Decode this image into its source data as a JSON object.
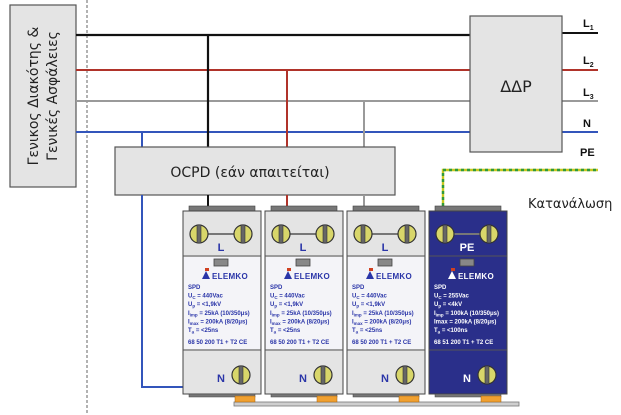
{
  "main_switch": {
    "line1": "Γενικος Διακότης &",
    "line2": "Γενικές Ασφάλειες"
  },
  "rcd": {
    "label": "ΔΔΡ"
  },
  "ocpd": {
    "label": "OCPD (εάν απαιτείται)"
  },
  "load": {
    "label": "Κατανάλωση"
  },
  "conductors": [
    {
      "id": "L1",
      "main": "L",
      "sub": "1",
      "color": "#111111"
    },
    {
      "id": "L2",
      "main": "L",
      "sub": "2",
      "color": "#b0332a"
    },
    {
      "id": "L3",
      "main": "L",
      "sub": "3",
      "color": "#9a9a9a"
    },
    {
      "id": "N",
      "main": "N",
      "sub": "",
      "color": "#3355bb"
    },
    {
      "id": "PE",
      "main": "PE",
      "sub": "",
      "color": "#c8c820"
    }
  ],
  "colors": {
    "spd_light_body": "#e4e4e4",
    "spd_blue_body": "#2a2f8a",
    "spd_text_light": "#2a35a8",
    "spd_text_dark": "#ffffff",
    "terminal_fill": "#d8d66a",
    "busbar_tab": "#f0a030",
    "box_fill": "#e4e4e4",
    "box_stroke": "#555555"
  },
  "spds": [
    {
      "variant": "light",
      "top_terminal": "L",
      "bottom_terminal": "N",
      "brand": "ELEMKO",
      "spec_lines": [
        {
          "main": "SPD",
          "sub": "",
          "rest": ""
        },
        {
          "main": "U",
          "sub": "C",
          "rest": " = 440Vac"
        },
        {
          "main": "U",
          "sub": "p",
          "rest": " = <1,9kV"
        },
        {
          "main": "I",
          "sub": "imp",
          "rest": " = 25kA (10/350μs)"
        },
        {
          "main": "I",
          "sub": "max",
          "rest": " = 200kA (8/20μs)"
        },
        {
          "main": "T",
          "sub": "a",
          "rest": " = <25ns"
        }
      ],
      "code": "68 50 200",
      "class": "T1 + T2",
      "mark": "CE"
    },
    {
      "variant": "light",
      "top_terminal": "L",
      "bottom_terminal": "N",
      "brand": "ELEMKO",
      "spec_lines": [
        {
          "main": "SPD",
          "sub": "",
          "rest": ""
        },
        {
          "main": "U",
          "sub": "C",
          "rest": " = 440Vac"
        },
        {
          "main": "U",
          "sub": "p",
          "rest": " = <1,9kV"
        },
        {
          "main": "I",
          "sub": "imp",
          "rest": " = 25kA (10/350μs)"
        },
        {
          "main": "I",
          "sub": "max",
          "rest": " = 200kA (8/20μs)"
        },
        {
          "main": "T",
          "sub": "a",
          "rest": " = <25ns"
        }
      ],
      "code": "68 50 200",
      "class": "T1 + T2",
      "mark": "CE"
    },
    {
      "variant": "light",
      "top_terminal": "L",
      "bottom_terminal": "N",
      "brand": "ELEMKO",
      "spec_lines": [
        {
          "main": "SPD",
          "sub": "",
          "rest": ""
        },
        {
          "main": "U",
          "sub": "C",
          "rest": " = 440Vac"
        },
        {
          "main": "U",
          "sub": "p",
          "rest": " = <1,9kV"
        },
        {
          "main": "I",
          "sub": "imp",
          "rest": " = 25kA (10/350μs)"
        },
        {
          "main": "I",
          "sub": "max",
          "rest": " = 200kA (8/20μs)"
        },
        {
          "main": "T",
          "sub": "a",
          "rest": " = <25ns"
        }
      ],
      "code": "68 50 200",
      "class": "T1 + T2",
      "mark": "CE"
    },
    {
      "variant": "blue",
      "top_terminal": "PE",
      "bottom_terminal": "N",
      "brand": "ELEMKO",
      "spec_lines": [
        {
          "main": "SPD",
          "sub": "",
          "rest": ""
        },
        {
          "main": "U",
          "sub": "C",
          "rest": " = 255Vac"
        },
        {
          "main": "U",
          "sub": "p",
          "rest": " = <4kV"
        },
        {
          "main": "I",
          "sub": "imp",
          "rest": " = 100kA (10/350μs)"
        },
        {
          "main": "Imax",
          "sub": "",
          "rest": " = 200kA (8/20μs)"
        },
        {
          "main": "T",
          "sub": "a",
          "rest": " = <100ns"
        }
      ],
      "code": "68 51 200",
      "class": "T1 + T2",
      "mark": "CE"
    }
  ]
}
